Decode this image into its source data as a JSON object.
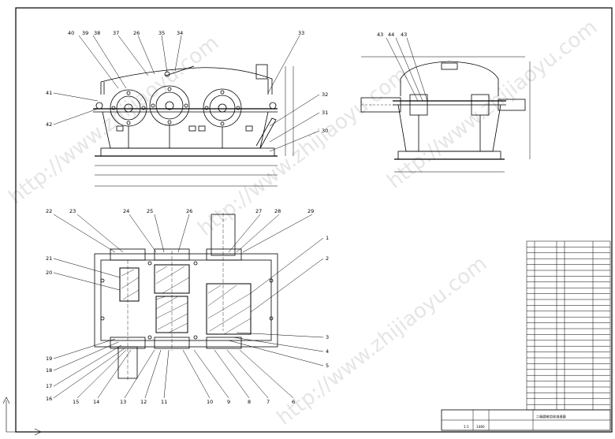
{
  "front_view": {
    "part_labels": [
      "40",
      "39",
      "38",
      "37",
      "26",
      "35",
      "34",
      "33",
      "41",
      "42",
      "32",
      "31",
      "30"
    ]
  },
  "side_view": {
    "part_labels": [
      "43",
      "44",
      "43"
    ]
  },
  "plan_view": {
    "top_labels": [
      "22",
      "23",
      "24",
      "25",
      "26",
      "27",
      "28",
      "29"
    ],
    "right_labels": [
      "1",
      "2",
      "3",
      "4",
      "5"
    ],
    "left_labels": [
      "21",
      "20",
      "19",
      "18",
      "17",
      "16"
    ],
    "bottom_labels": [
      "15",
      "14",
      "13",
      "12",
      "11",
      "10",
      "9",
      "8",
      "7",
      "6"
    ]
  },
  "title_block": {
    "title": "二级圆锥齿轮减速器",
    "scale": "1:1",
    "sheet_no": "1460"
  },
  "watermark": {
    "text": "http://www.zhijiaoyu.com"
  }
}
